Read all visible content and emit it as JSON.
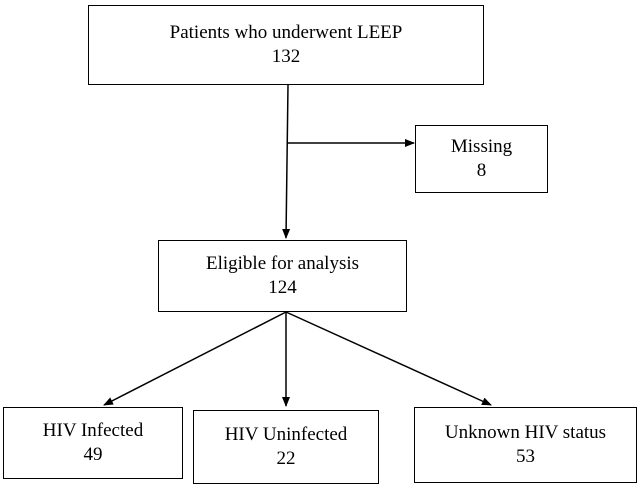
{
  "nodes": {
    "leep": {
      "title": "Patients who underwent LEEP",
      "count": "132"
    },
    "missing": {
      "title": "Missing",
      "count": "8"
    },
    "eligible": {
      "title": "Eligible for analysis",
      "count": "124"
    },
    "hiv_infected": {
      "title": "HIV Infected",
      "count": "49"
    },
    "hiv_uninfected": {
      "title": "HIV Uninfected",
      "count": "22"
    },
    "unknown_hiv": {
      "title": "Unknown HIV status",
      "count": "53"
    }
  }
}
